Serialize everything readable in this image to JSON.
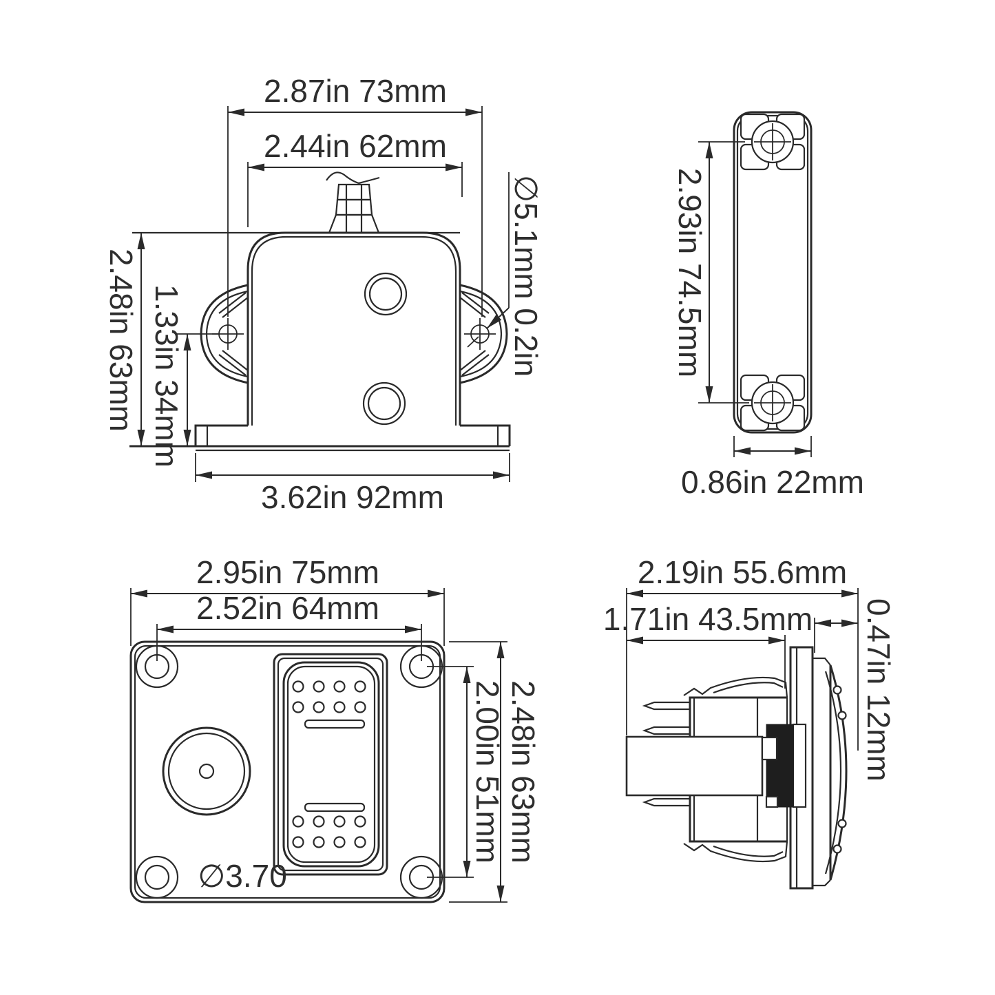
{
  "drawing": {
    "background": "#ffffff",
    "line_color": "#2a2a2a",
    "text_color": "#2e2e2e",
    "views": {
      "front": {
        "dims": {
          "hole_spacing": "2.87in 73mm",
          "body_width": "2.44in 62mm",
          "height": "2.48in 63mm",
          "hole_height": "1.33in 34mm",
          "base_width": "3.62in 92mm",
          "hole_diameter": "∅5.1mm 0.2in"
        }
      },
      "side": {
        "dims": {
          "hole_spacing": "2.93in 74.5mm",
          "width": "0.86in 22mm"
        }
      },
      "panel": {
        "dims": {
          "width": "2.95in 75mm",
          "hole_spacing_h": "2.52in 64mm",
          "hole_spacing_v": "2.00in 51mm",
          "height": "2.48in 63mm",
          "screw_diameter": "∅3.70"
        }
      },
      "switch_side": {
        "dims": {
          "overall_depth": "2.19in 55.6mm",
          "body_depth": "1.71in 43.5mm",
          "front_protrusion": "0.47in 12mm"
        }
      }
    }
  }
}
